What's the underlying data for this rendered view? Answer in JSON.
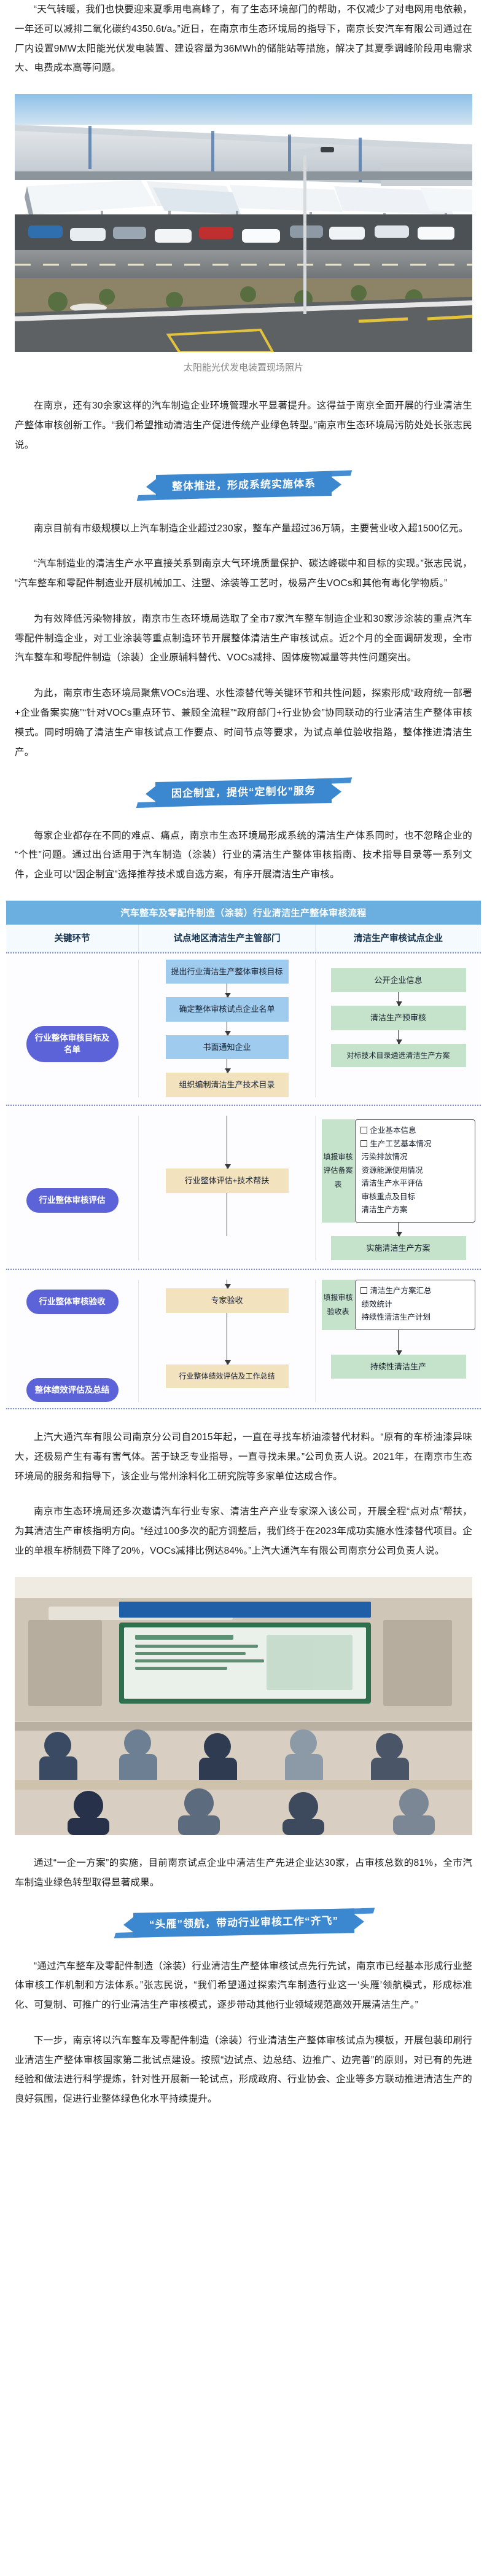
{
  "article": {
    "paragraphs": [
      {
        "id": "p1",
        "text": "“天气转暖，我们也快要迎来夏季用电高峰了，有了生态环境部门的帮助，不仅减少了对电网用电依赖，一年还可以减排二氧化碳约4350.6t/a。”近日，在南京市生态环境局的指导下，南京长安汽车有限公司通过在厂内设置9MW太阳能光伏发电装置、建设容量为36MWh的储能站等措施，解决了其夏季调峰阶段用电需求大、电费成本高等问题。"
      },
      {
        "id": "p2",
        "text": "在南京，还有30余家这样的汽车制造企业环境管理水平显著提升。这得益于南京全面开展的行业清洁生产整体审核创新工作。“我们希望推动清洁生产促进传统产业绿色转型。”南京市生态环境局污防处处长张志民说。"
      },
      {
        "id": "p3",
        "text": "南京目前有市级规模以上汽车制造企业超过230家，整车产量超过36万辆，主要营业收入超1500亿元。"
      },
      {
        "id": "p4",
        "text": "“汽车制造业的清洁生产水平直接关系到南京大气环境质量保护、碳达峰碳中和目标的实现。”张志民说，“汽车整车和零配件制造业开展机械加工、注塑、涂装等工艺时，极易产生VOCs和其他有毒化学物质。”"
      },
      {
        "id": "p5",
        "text": "为有效降低污染物排放，南京市生态环境局选取了全市7家汽车整车制造企业和30家涉涂装的重点汽车零配件制造企业，对工业涂装等重点制造环节开展整体清洁生产审核试点。近2个月的全面调研发现，全市汽车整车和零配件制造（涂装）企业原辅料替代、VOCs减排、固体废物减量等共性问题突出。"
      },
      {
        "id": "p6",
        "text": "为此，南京市生态环境局聚焦VOCs治理、水性漆替代等关键环节和共性问题，探索形成“政府统一部署+企业备案实施”“针对VOCs重点环节、兼顾全流程”“政府部门+行业协会”协同联动的行业清洁生产整体审核模式。同时明确了清洁生产审核试点工作要点、时间节点等要求，为试点单位验收指路，整体推进清洁生产。"
      },
      {
        "id": "p7",
        "text": "每家企业都存在不同的难点、痛点，南京市生态环境局形成系统的清洁生产体系同时，也不忽略企业的“个性”问题。通过出台适用于汽车制造（涂装）行业的清洁生产整体审核指南、技术指导目录等一系列文件，企业可以“因企制宜”选择推荐技术或自选方案，有序开展清洁生产审核。"
      },
      {
        "id": "p8",
        "text": "上汽大通汽车有限公司南京分公司自2015年起，一直在寻找车桥油漆替代材料。“原有的车桥油漆异味大，还极易产生有毒有害气体。苦于缺乏专业指导，一直寻找未果。”公司负责人说。2021年，在南京市生态环境局的服务和指导下，该企业与常州涂料化工研究院等多家单位达成合作。"
      },
      {
        "id": "p9",
        "text": "南京市生态环境局还多次邀请汽车行业专家、清洁生产产业专家深入该公司，开展全程“点对点”帮扶，为其清洁生产审核指明方向。“经过100多次的配方调整后，我们终于在2023年成功实施水性漆替代项目。企业的单根车桥制费下降了20%，VOCs减排比例达84%。”上汽大通汽车有限公司南京分公司负责人说。"
      },
      {
        "id": "p10",
        "text": "通过“一企一方案”的实施，目前南京试点企业中清洁生产先进企业达30家，占审核总数的81%，全市汽车制造业绿色转型取得显著成果。"
      },
      {
        "id": "p11",
        "text": "“通过汽车整车及零配件制造（涂装）行业清洁生产整体审核试点先行先试，南京市已经基本形成行业整体审核工作机制和方法体系。”张志民说，“我们希望通过探索汽车制造行业这一‘头雁’领航模式，形成标准化、可复制、可推广的行业清洁生产审核模式，逐步带动其他行业领域规范高效开展清洁生产。”"
      },
      {
        "id": "p12",
        "text": "下一步，南京将以汽车整车及零配件制造（涂装）行业清洁生产整体审核试点为模板，开展包装印刷行业清洁生产整体审核国家第二批试点建设。按照“边试点、边总结、边推广、边完善”的原则，对已有的先进经验和做法进行科学提炼，针对性开展新一轮试点，形成政府、行业协会、企业等多方联动推进清洁生产的良好氛围，促进行业整体绿色化水平持续提升。"
      }
    ],
    "figures": [
      {
        "id": "fig1",
        "caption": "太阳能光伏发电装置现场照片",
        "alt": "厂区光伏车棚与停车场航拍照片"
      },
      {
        "id": "fig2",
        "caption": "",
        "alt": "会议室内培训会场照片"
      }
    ],
    "banners": [
      {
        "id": "b1",
        "text": "整体推进，形成系统实施体系"
      },
      {
        "id": "b2",
        "text": "因企制宜，提供“定制化”服务"
      },
      {
        "id": "b3",
        "text": "“头雁”领航，带动行业审核工作“齐飞”"
      }
    ]
  },
  "flowchart": {
    "title": "汽车整车及零配件制造（涂装）行业清洁生产整体审核流程",
    "columns": [
      "关键环节",
      "试点地区清洁生产主管部门",
      "清洁生产审核试点企业"
    ],
    "stages": [
      {
        "key_stage": "行业整体审核目标及名单",
        "authority_nodes": [
          "提出行业清洁生产整体审核目标",
          "确定整体审核试点企业名单",
          "书面通知企业",
          "组织编制清洁生产技术目录"
        ],
        "enterprise_nodes": [
          "公开企业信息",
          "清洁生产预审核",
          "对标技术目录遴选清洁生产方案"
        ]
      },
      {
        "key_stage": "行业整体审核评估",
        "authority_nodes": [
          "行业整体评估+技术帮扶"
        ],
        "enterprise_form": {
          "label": "填报审核评估备案表",
          "items": [
            {
              "text": "企业基本信息",
              "checkbox": true
            },
            {
              "text": "生产工艺基本情况",
              "checkbox": true
            },
            {
              "text": "污染排放情况",
              "checkbox": false
            },
            {
              "text": "资源能源使用情况",
              "checkbox": false
            },
            {
              "text": "清洁生产水平评估",
              "checkbox": false
            },
            {
              "text": "审核重点及目标",
              "checkbox": false
            },
            {
              "text": "清洁生产方案",
              "checkbox": false
            }
          ]
        },
        "enterprise_nodes": [
          "实施清洁生产方案"
        ]
      },
      {
        "key_stage": "行业整体审核验收",
        "authority_nodes": [
          "专家验收"
        ],
        "enterprise_form": {
          "label": "填报审核验收表",
          "items": [
            {
              "text": "清洁生产方案汇总",
              "checkbox": true
            },
            {
              "text": "绩效统计",
              "checkbox": false
            },
            {
              "text": "持续性清洁生产计划",
              "checkbox": false
            }
          ]
        },
        "enterprise_nodes": [
          "持续性清洁生产"
        ]
      },
      {
        "key_stage": "整体绩效评估及总结",
        "authority_nodes": [
          "行业整体绩效评估及工作总结"
        ],
        "enterprise_nodes": []
      }
    ],
    "colors": {
      "title_bar": "#6aafe0",
      "header_bg": "#f4fafe",
      "node_blue": "#9ecbee",
      "node_beige": "#f3e2be",
      "node_green": "#c5e3ca",
      "pill": "#5c63d8",
      "band_dotted": "#8f9bdd"
    }
  },
  "theme": {
    "banner_blue": "#3b87d0",
    "caption_gray": "#888888",
    "text_color": "#202020"
  }
}
